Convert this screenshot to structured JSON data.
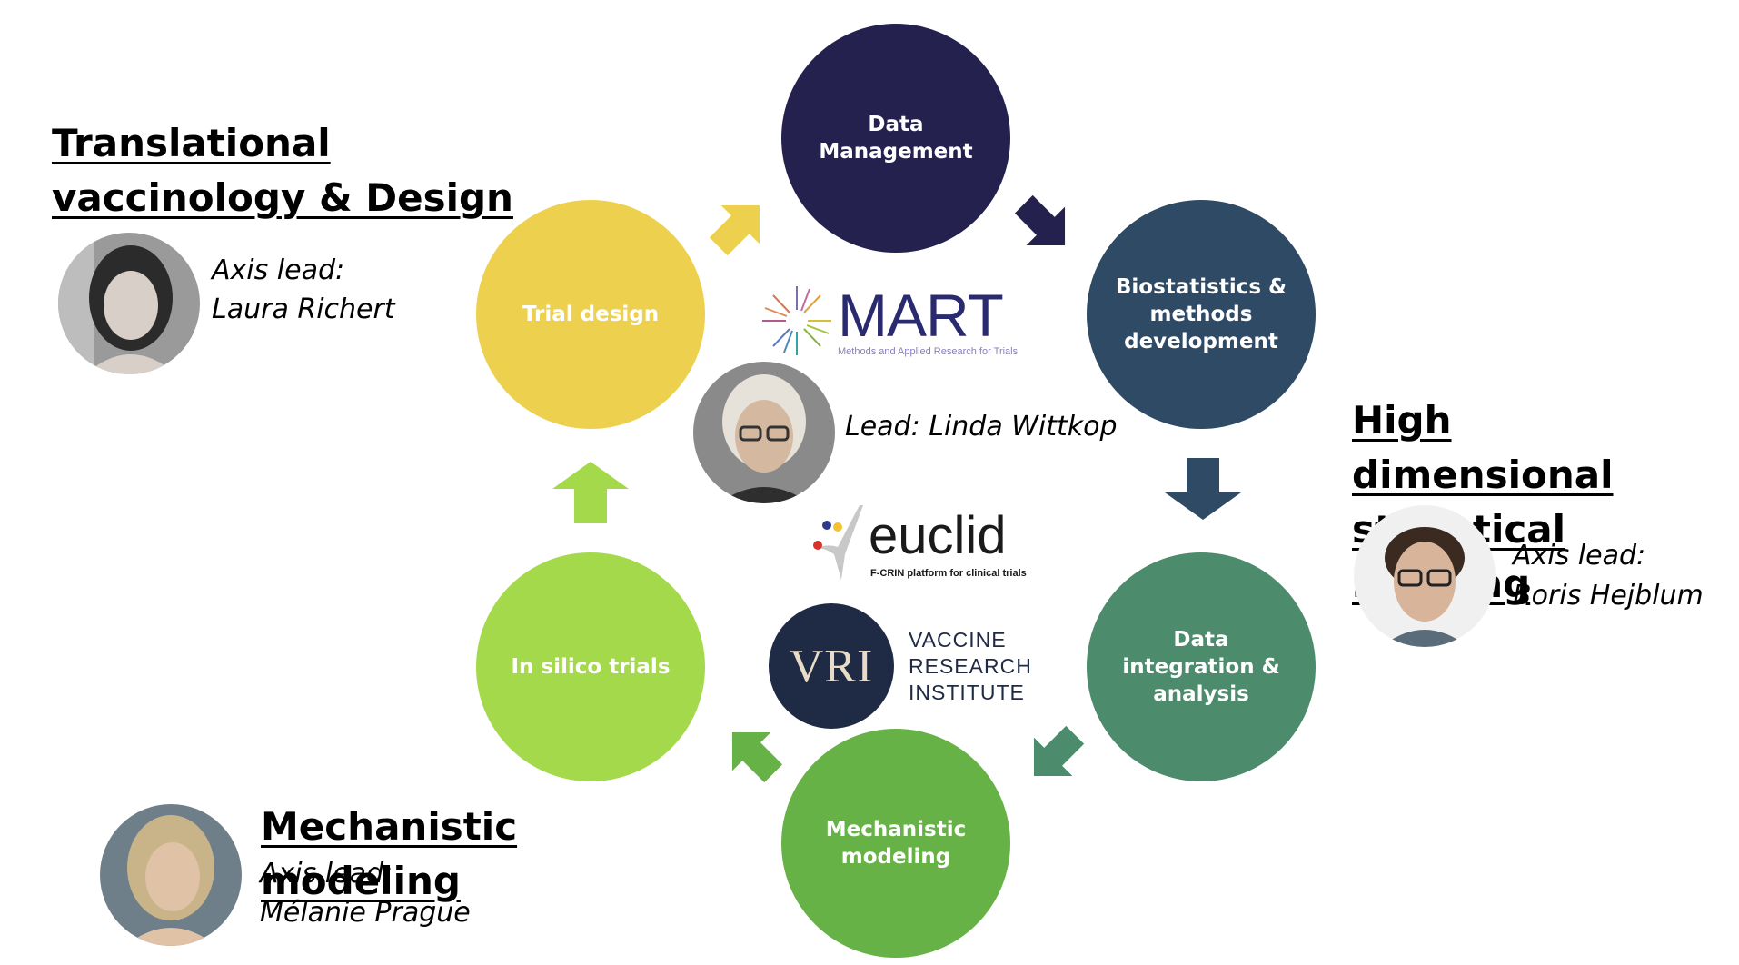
{
  "axes": [
    {
      "title": "Translational vaccinology & Design",
      "lead_label": "Axis lead:",
      "lead_name": "Laura Richert"
    },
    {
      "title": "High dimensional statistical learning",
      "lead_label": "Axis lead:",
      "lead_name": "Boris Hejblum"
    },
    {
      "title": "Mechanistic modeling",
      "lead_label": "Axis lead:",
      "lead_name": "Mélanie Prague"
    }
  ],
  "center": {
    "lead": "Lead: Linda Wittkop",
    "mart": {
      "name": "MART",
      "tagline": "Methods and Applied Research for Trials"
    },
    "euclid": {
      "name": "euclid",
      "tagline": "F-CRIN platform for clinical trials"
    },
    "vri": {
      "mark": "VRI",
      "line1": "VACCINE",
      "line2": "RESEARCH",
      "line3": "INSTITUTE"
    }
  },
  "cycle": [
    {
      "label": "Data\nManagement",
      "color": "#24214e"
    },
    {
      "label": "Biostatistics &\nmethods\ndevelopment",
      "color": "#2f4a64"
    },
    {
      "label": "Data\nintegration &\nanalysis",
      "color": "#4c8b6c"
    },
    {
      "label": "Mechanistic\nmodeling",
      "color": "#67b246"
    },
    {
      "label": "In silico trials",
      "color": "#a5d94c"
    },
    {
      "label": "Trial design",
      "color": "#eed04f"
    }
  ],
  "arrow_colors": [
    "#24214e",
    "#2f4a64",
    "#4c8b6c",
    "#67b246",
    "#a5d94c",
    "#eed04f"
  ],
  "avatar_colors": {
    "skin": "#d8d0c8",
    "hair_dark": "#2b2b2b",
    "hair_light": "#c9b48a",
    "bg_gray": "#8a8a8a"
  }
}
